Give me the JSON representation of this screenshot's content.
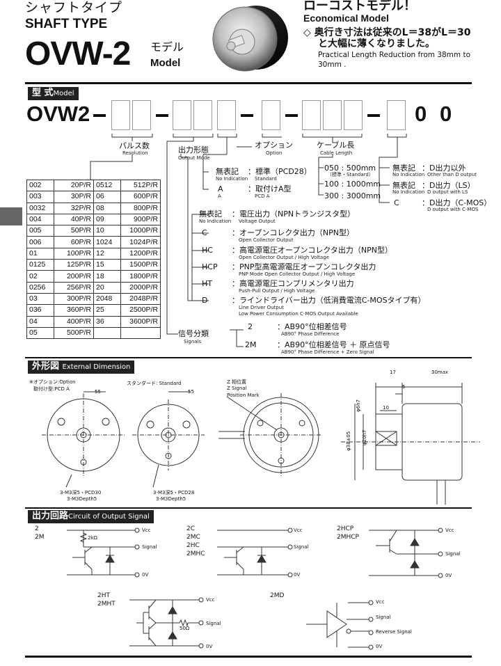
{
  "header": {
    "title_jp": "シャフトタイプ",
    "title_en": "SHAFT TYPE",
    "model_big": "OVW-2",
    "model_label_jp": "モデル",
    "model_label_en": "Model",
    "eco_jp": "ローコストモデル！",
    "eco_en": "Economical Model",
    "bullet": "◇",
    "eco_desc_jp_1": "奥行き寸法は従来のL＝38がL＝30",
    "eco_desc_jp_2": "と大幅に薄くなりました。",
    "eco_desc_en_1": "Practical Length Reduction from 38mm to",
    "eco_desc_en_2": "30mm ."
  },
  "model_section": {
    "title_jp": "型 式",
    "title_en": "Model",
    "code": "OVW2",
    "zero1": "0",
    "zero2": "0",
    "resolution": {
      "jp": "パルス数",
      "en": "Resolution"
    },
    "output_mode": {
      "jp": "出力形態",
      "en": "Output Mode"
    },
    "option": {
      "jp": "オプション",
      "en": "Option"
    },
    "cable": {
      "jp": "ケーブル長",
      "en": "Cable Length"
    },
    "option_items": [
      {
        "code": "無表記",
        "code_en": "No Indication",
        "jp": "：標準（PCD28）",
        "en": "Standard"
      },
      {
        "code": "A",
        "code_en": "A",
        "jp": "：取付けA型",
        "en": "PCD A"
      }
    ],
    "cable_items": [
      {
        "text": "050 :  500mm",
        "sub": "（標準・Standard）"
      },
      {
        "text": "100 : 1000mm",
        "sub": ""
      },
      {
        "text": "300 : 3000mm",
        "sub": ""
      }
    ],
    "last_items": [
      {
        "code": "無表記",
        "code_en": "No Indication",
        "jp": "：D出力以外",
        "en": "Other than D output"
      },
      {
        "code": "無表記",
        "code_en": "No Indication",
        "jp": "：D出力（LS）",
        "en": "D output with LS"
      },
      {
        "code": "C",
        "code_en": "",
        "jp": "：D出力（C-MOS）",
        "en": "D output with C-MOS"
      }
    ],
    "resolution_table": [
      [
        "002",
        "20P/R",
        "0512",
        "512P/R"
      ],
      [
        "003",
        "30P/R",
        "06",
        "600P/R"
      ],
      [
        "0032",
        "32P/R",
        "08",
        "800P/R"
      ],
      [
        "004",
        "40P/R",
        "09",
        "900P/R"
      ],
      [
        "005",
        "50P/R",
        "10",
        "1000P/R"
      ],
      [
        "006",
        "60P/R",
        "1024",
        "1024P/R"
      ],
      [
        "01",
        "100P/R",
        "12",
        "1200P/R"
      ],
      [
        "0125",
        "125P/R",
        "15",
        "1500P/R"
      ],
      [
        "02",
        "200P/R",
        "18",
        "1800P/R"
      ],
      [
        "0256",
        "256P/R",
        "20",
        "2000P/R"
      ],
      [
        "03",
        "300P/R",
        "2048",
        "2048P/R"
      ],
      [
        "036",
        "360P/R",
        "25",
        "2500P/R"
      ],
      [
        "04",
        "400P/R",
        "36",
        "3600P/R"
      ],
      [
        "05",
        "500P/R",
        "",
        ""
      ]
    ],
    "output_items": [
      {
        "code": "無表記",
        "code_en": "No Indication",
        "jp": "：電圧出力（NPNトランジスタ型）",
        "en": "Voltage Output"
      },
      {
        "code": "C",
        "code_en": "",
        "jp": "：オープンコレクタ出力（NPN型）",
        "en": "Open Collector Output"
      },
      {
        "code": "HC",
        "code_en": "",
        "jp": "：高電源電圧オープンコレクタ出力（NPN型）",
        "en": "Open Collector Output / High Voltage"
      },
      {
        "code": "HCP",
        "code_en": "",
        "jp": "：PNP型高電源電圧オープンコレクタ出力",
        "en": "PNP Mode Open Collector Output / High Voltage"
      },
      {
        "code": "HT",
        "code_en": "",
        "jp": "：高電源電圧コンプリメンタリ出力",
        "en": "Push-Pull Output / High Voltage"
      },
      {
        "code": "D",
        "code_en": "",
        "jp": "：ラインドライバー出力（低消費電流C-MOSタイプ有）",
        "en": "Line Driver Output",
        "en2": "Low Power Consumption C-MOS Output Available"
      }
    ],
    "signal": {
      "jp": "信号分類",
      "en": "Signals"
    },
    "signal_items": [
      {
        "code": "2",
        "jp": "：AB90°位相差信号",
        "en": "AB90° Phase Difference"
      },
      {
        "code": "2M",
        "jp": "：AB90°位相差信号 ＋ 原点信号",
        "en": "AB90° Phase Difference + Zero Signal"
      }
    ]
  },
  "dimension": {
    "title_jp": "外形図",
    "title_en": "External Dimension",
    "opt_label_1": "※オプション:Option",
    "opt_label_2": "取付け型:PCD A",
    "std_label": "スタンダード: Standard",
    "z_label_1": "Z 相位置",
    "z_label_2": "Z  Signal",
    "z_label_3": "Position Mark",
    "d55a": "55",
    "d55b": "55",
    "d17": "17",
    "d30": "30max",
    "d5": "5",
    "d10": "10",
    "dia_a": "φ6h7",
    "dia_b": "φ20h7",
    "dia_c": "φ38±05",
    "screw_a_1": "3-M3深5・PCD30",
    "screw_a_2": "3-M3Depth5",
    "screw_b_1": "3-M3深5・PCD28",
    "screw_b_2": "3-M3Depth5"
  },
  "circuit": {
    "title_jp": "出力回路",
    "title_en": "Circuit of Output Signal",
    "vcc": "Vcc",
    "signal": "Signal",
    "reverse": "Reverse Signal",
    "ov": "0V",
    "r2k": "2kΩ",
    "r50": "50Ω",
    "c1_a": "2",
    "c1_b": "2M",
    "c2_a": "2C",
    "c2_b": "2MC",
    "c2_c": "2HC",
    "c2_d": "2MHC",
    "c3_a": "2HCP",
    "c3_b": "2MHCP",
    "c4_a": "2HT",
    "c4_b": "2MHT",
    "c5_a": "2MD"
  }
}
